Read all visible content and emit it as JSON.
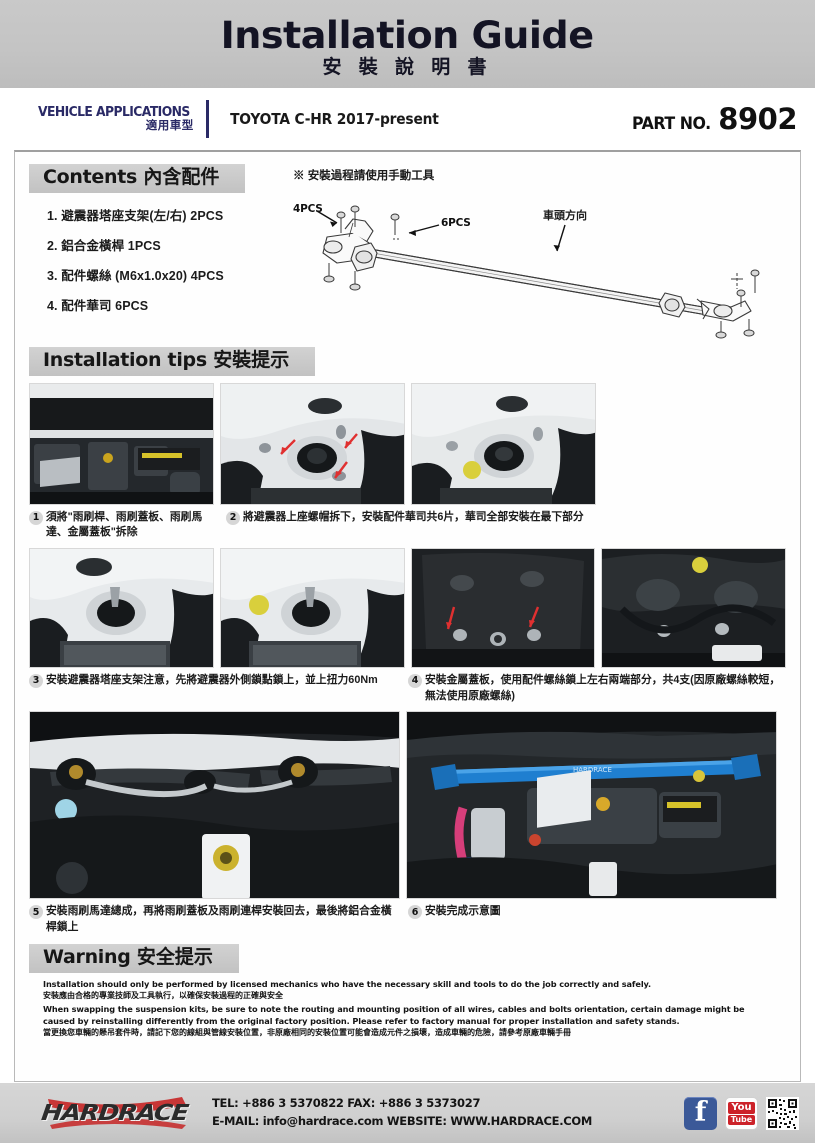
{
  "header": {
    "title_en": "Installation Guide",
    "title_cn": "安 裝 說 明 書",
    "vehicle_applications_en": "VEHICLE APPLICATIONS",
    "vehicle_applications_cn": "適用車型",
    "vehicle_model": "TOYOTA C-HR 2017-present",
    "part_no_label": "PART NO.",
    "part_no_value": "8902"
  },
  "contents": {
    "heading_en": "Contents",
    "heading_cn": "內含配件",
    "items": [
      "1. 避震器塔座支架(左/右) 2PCS",
      "2. 鋁合金橫桿 1PCS",
      "3. 配件螺絲 (M6x1.0x20) 4PCS",
      "4. 配件華司 6PCS"
    ]
  },
  "diagram": {
    "hand_tool_note": "※ 安裝過程請使用手動工具",
    "callout_bolts": "4PCS",
    "callout_washers": "6PCS",
    "callout_direction": "車頭方向"
  },
  "tips": {
    "heading_en": "Installation tips",
    "heading_cn": "安裝提示",
    "steps": [
      {
        "num": "1",
        "text": "須將\"雨刷桿、雨刷蓋板、雨刷馬達、金屬蓋板\"拆除"
      },
      {
        "num": "2",
        "text": "將避震器上座螺帽拆下，安裝配件華司共6片，華司全部安裝在最下部分"
      },
      {
        "num": "3",
        "text": "安裝避震器塔座支架注意，先將避震器外側鎖點鎖上，並上扭力60Nm"
      },
      {
        "num": "4",
        "text": "安裝金屬蓋板，使用配件螺絲鎖上左右兩端部分，共4支(因原廠螺絲較短，無法使用原廠螺絲)"
      },
      {
        "num": "5",
        "text": "安裝雨刷馬達總成，再將雨刷蓋板及雨刷連桿安裝回去，最後將鋁合金橫桿鎖上"
      },
      {
        "num": "6",
        "text": "安裝完成示意圖"
      }
    ]
  },
  "warning": {
    "heading_en": "Warning",
    "heading_cn": "安全提示",
    "line1_en": "Installation should only be performed by licensed mechanics who have the necessary skill and tools to do the job correctly and safely.",
    "line1_cn": "安裝應由合格的專業技師及工具執行，以確保安裝過程的正確與安全",
    "line2_en": "When swapping the suspension kits, be sure to note the routing and mounting position of all wires, cables and bolts orientation, certain damage might be caused by reinstalling differently from the original factory position. Please refer to factory manual for proper installation and safety stands.",
    "line2_cn": "當更換您車輛的懸吊套件時，請記下您的線組與管線安裝位置，非原廠相同的安裝位置可能會造成元件之損壞，造成車輛的危險，請參考原廠車輛手冊"
  },
  "footer": {
    "brand": "HARDRACE",
    "tel_label": "TEL:",
    "tel": "+886 3 5370822",
    "fax_label": "FAX:",
    "fax": "+886 3 5373027",
    "email_label": "E-MAIL:",
    "email": "info@hardrace.com",
    "website_label": "WEBSITE:",
    "website": "WWW.HARDRACE.COM",
    "contact_line1": "TEL: +886 3 5370822   FAX: +886 3 5373027",
    "contact_line2": "E-MAIL: info@hardrace.com   WEBSITE: WWW.HARDRACE.COM",
    "facebook_label": "f",
    "youtube_label_top": "You",
    "youtube_label_bottom": "Tube"
  },
  "colors": {
    "brand_navy": "#2a2a66",
    "band_gray": "#c4c4c4",
    "facebook_blue": "#3b5998",
    "youtube_red": "#cc2229",
    "arrow_red": "#e03030",
    "bar_blue": "#1f7fd0"
  }
}
